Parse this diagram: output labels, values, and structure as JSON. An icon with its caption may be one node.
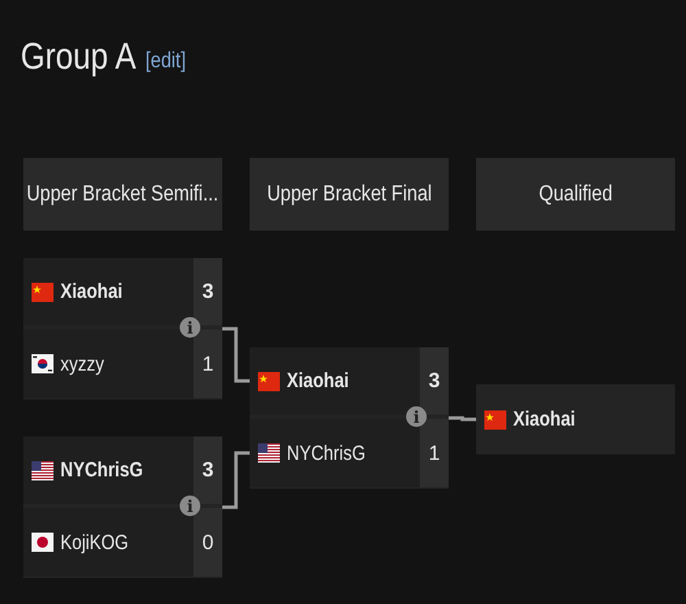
{
  "diagram": {
    "title": "Group A",
    "nodes": [
      {
        "text": [
          "Upper Bracket Semifi..."
        ]
      },
      {
        "text": [
          "Upper Bracket Final"
        ]
      },
      {
        "text": [
          "Qualified"
        ]
      },
      {
        "text": [],
        "shape": "box"
      },
      {
        "text": [
          "Xiaohai",
          "3"
        ],
        "in": 3
      },
      {
        "text": [
          "xyzzy",
          "1"
        ],
        "in": 3
      },
      {
        "text": [
          "i"
        ],
        "in": 3
      },
      {
        "text": [],
        "shape": "box"
      },
      {
        "text": [
          "NYChrisG",
          "3"
        ],
        "in": 7
      },
      {
        "text": [
          "KojiKOG",
          "0"
        ],
        "in": 7
      },
      {
        "text": [
          "i"
        ],
        "in": 7
      },
      {
        "text": [],
        "shape": "box"
      },
      {
        "text": [
          "Xiaohai",
          "3"
        ],
        "in": 11
      },
      {
        "text": [
          "NYChrisG",
          "1"
        ],
        "in": 11
      },
      {
        "text": [
          "i"
        ],
        "in": 11
      },
      {
        "text": [
          "Xiaohai"
        ]
      }
    ],
    "edges": [
      {
        "from": 3,
        "to": 12,
        "arrow": "none"
      },
      {
        "from": 7,
        "to": 13,
        "arrow": "none"
      },
      {
        "from": 11,
        "to": 15,
        "arrow": "none"
      }
    ],
    "labels": [
      "[edit]"
    ]
  }
}
